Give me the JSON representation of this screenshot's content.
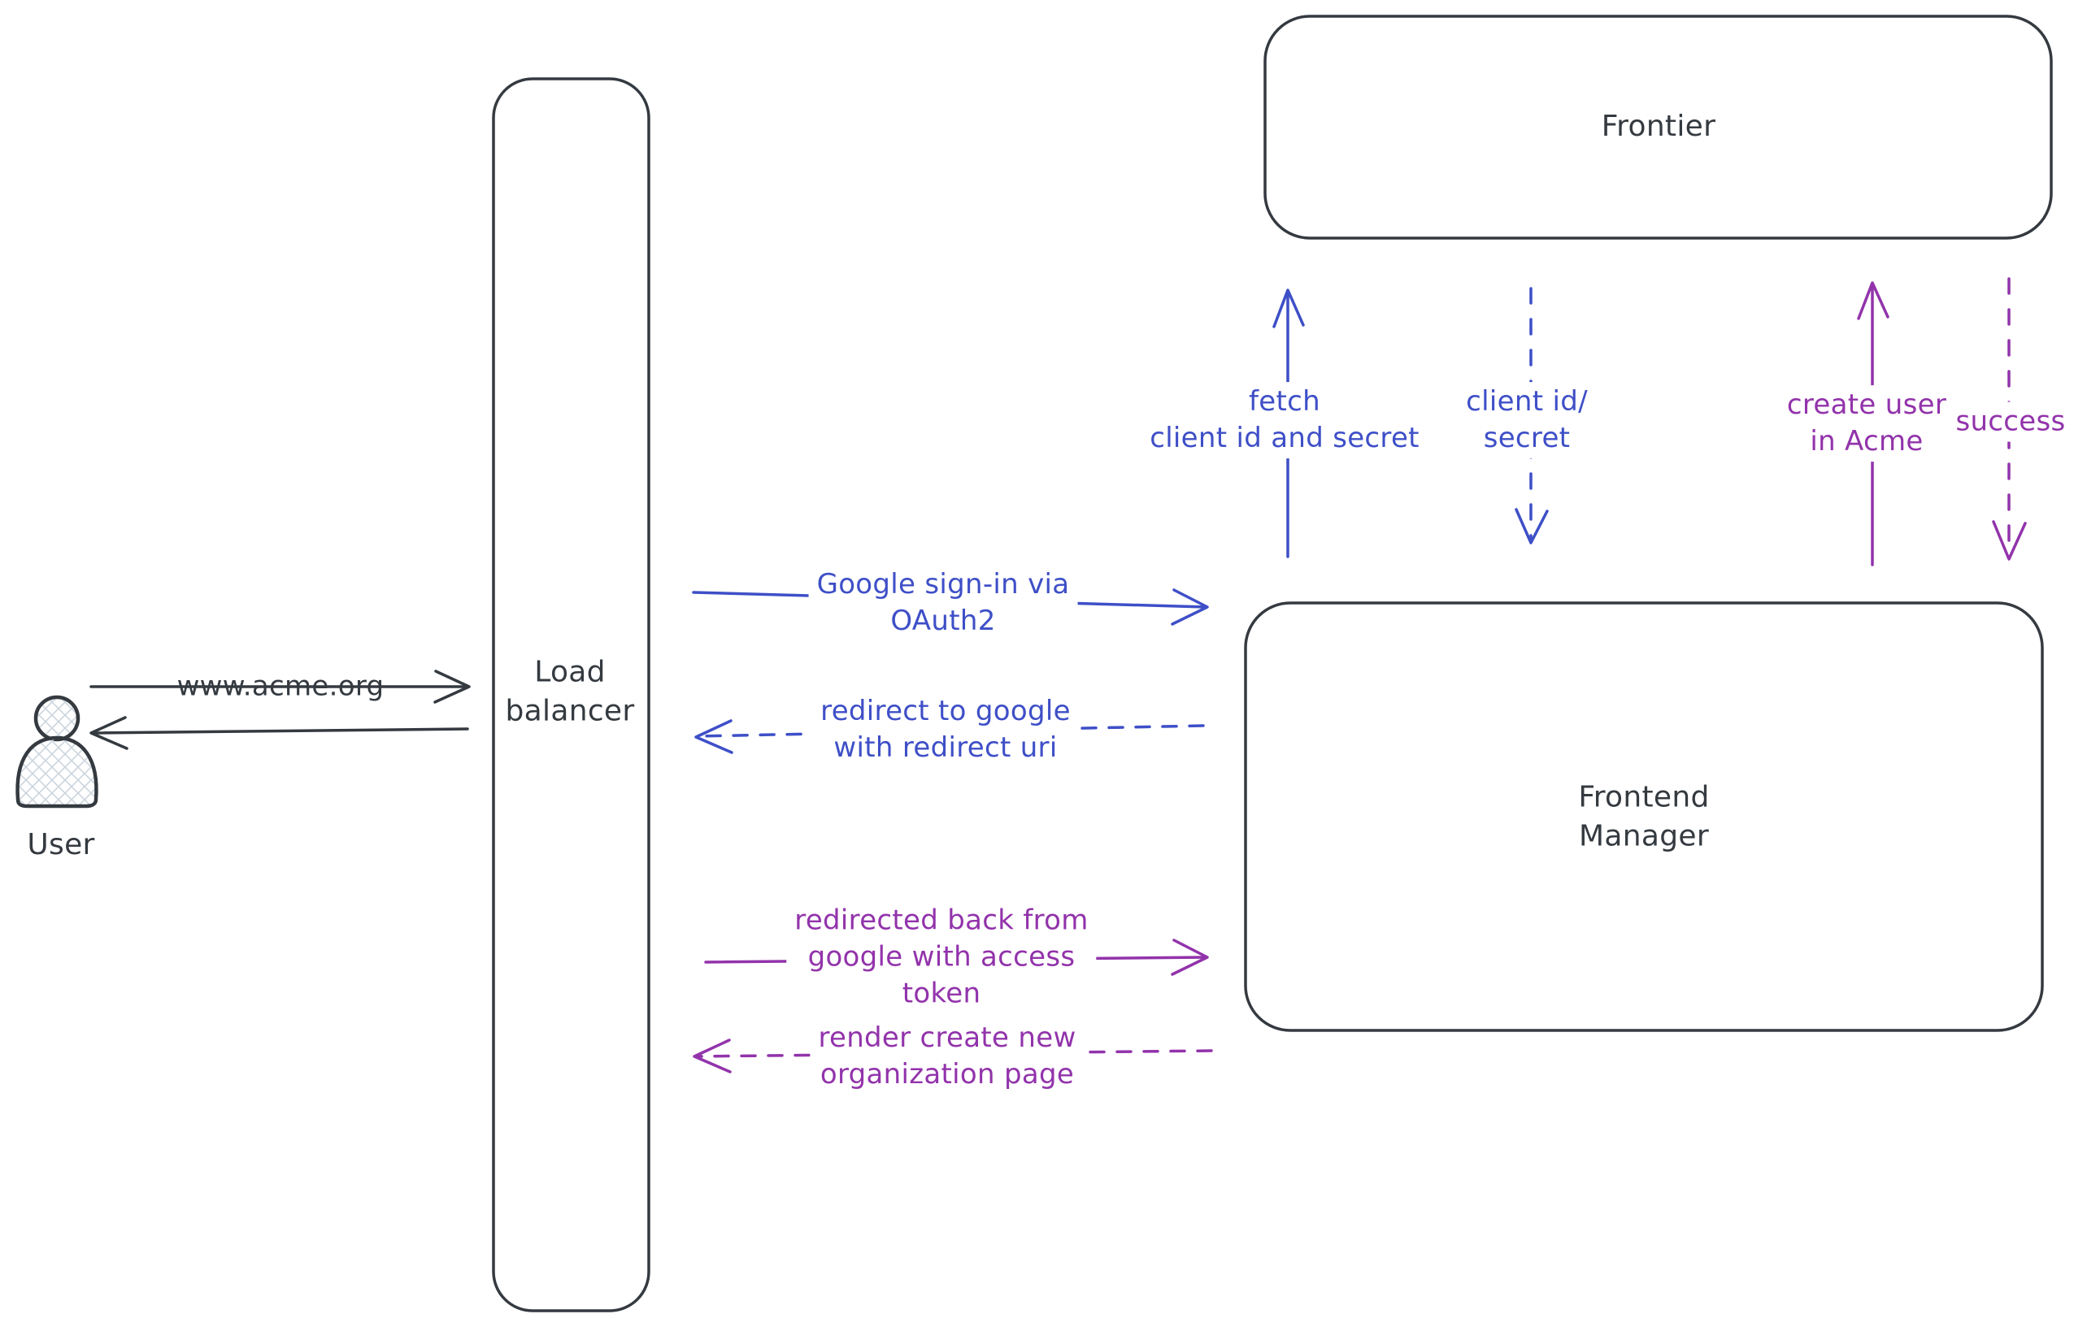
{
  "colors": {
    "ink": "#343a40",
    "blue": "#3e4fc7",
    "purple": "#9233ab",
    "hatch_fill": "#ccd5de",
    "background": "#ffffff"
  },
  "nodes": {
    "user": {
      "label": "User",
      "type": "actor"
    },
    "load_balancer": {
      "label": "Load\nbalancer",
      "type": "box"
    },
    "frontier": {
      "label": "Frontier",
      "type": "box"
    },
    "frontend_manager": {
      "label": "Frontend\nManager",
      "type": "box"
    }
  },
  "edges": {
    "www_acme": {
      "label": "www.acme.org",
      "style": "solid",
      "color": "#343a40",
      "direction": "right"
    },
    "user_response": {
      "label": "",
      "style": "solid",
      "color": "#343a40",
      "direction": "left"
    },
    "google_signin": {
      "label": "Google sign-in via\nOAuth2",
      "style": "solid",
      "color": "#3e4fc7",
      "direction": "right"
    },
    "redirect_to_google": {
      "label": "redirect to google\nwith redirect uri",
      "style": "dashed",
      "color": "#3e4fc7",
      "direction": "left"
    },
    "fetch_client_id": {
      "label": "fetch\nclient id and secret",
      "style": "solid",
      "color": "#3e4fc7",
      "direction": "up"
    },
    "client_id_secret": {
      "label": "client id/\nsecret",
      "style": "dashed",
      "color": "#3e4fc7",
      "direction": "down"
    },
    "create_user": {
      "label": "create user\nin Acme",
      "style": "solid",
      "color": "#9233ab",
      "direction": "up"
    },
    "success": {
      "label": "success",
      "style": "dashed",
      "color": "#9233ab",
      "direction": "down"
    },
    "redirected_back": {
      "label": "redirected back from\ngoogle with access\ntoken",
      "style": "solid",
      "color": "#9233ab",
      "direction": "right"
    },
    "render_org_page": {
      "label": "render create new\norganization page",
      "style": "dashed",
      "color": "#9233ab",
      "direction": "left"
    }
  }
}
